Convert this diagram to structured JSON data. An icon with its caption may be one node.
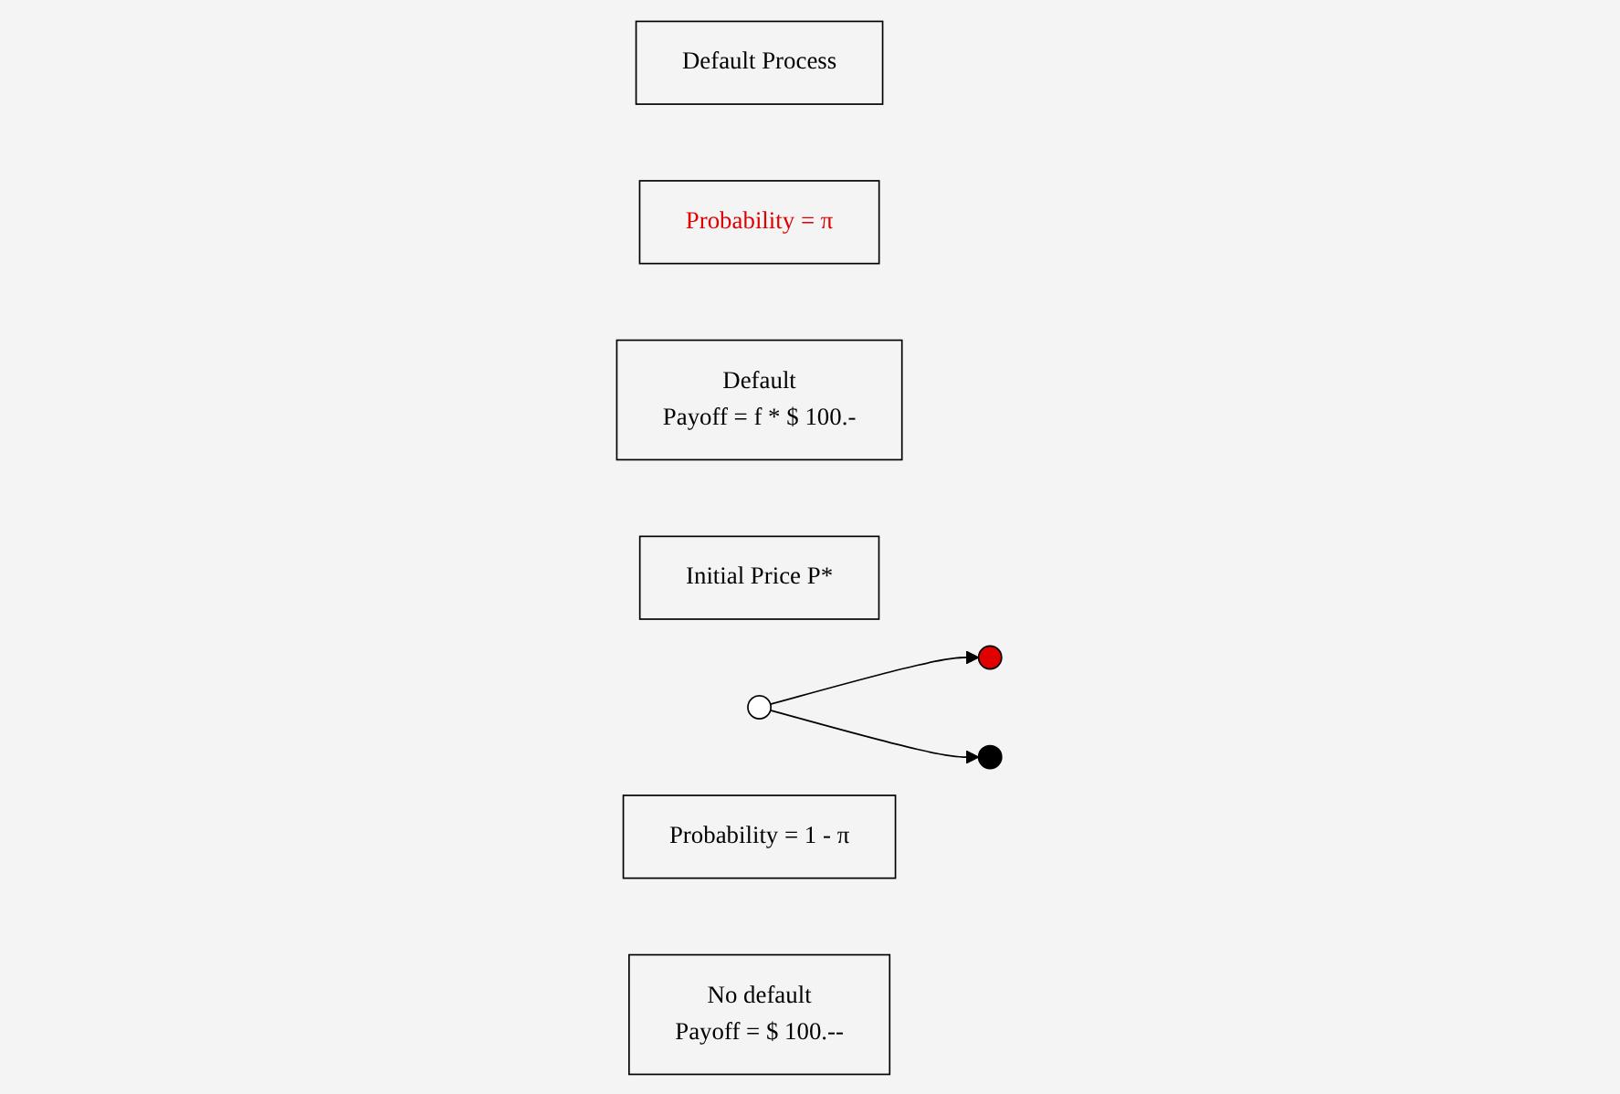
{
  "diagram": {
    "nodes": [
      {
        "text": [
          "Default Process"
        ]
      },
      {
        "text": [
          "Probability = π"
        ]
      },
      {
        "text": [
          "Default",
          "Payoff = f * $ 100.-"
        ]
      },
      {
        "text": [],
        "shape": "circle"
      },
      {
        "text": [
          "Initial Price P*"
        ]
      },
      {
        "text": [],
        "shape": "circle"
      },
      {
        "text": [
          "Probability = 1 - π"
        ]
      },
      {
        "text": [],
        "shape": "circle"
      },
      {
        "text": [
          "No default",
          "Payoff = $ 100.--"
        ]
      }
    ],
    "edges": [
      {
        "from": 5,
        "to": 3,
        "arrow": "to"
      },
      {
        "from": 5,
        "to": 7,
        "arrow": "to"
      }
    ]
  }
}
